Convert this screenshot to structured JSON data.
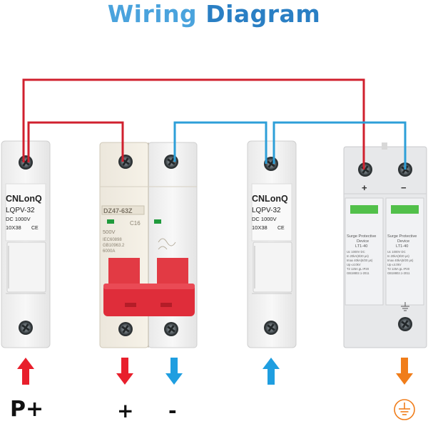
{
  "title": {
    "word1": "Wiring",
    "word2": "Diagram"
  },
  "fuse_left": {
    "brand": "CNLonQ",
    "model": "LQPV-32",
    "rating": "DC 1000V",
    "size": "10X38",
    "ce": "CE"
  },
  "breaker": {
    "model": "DZ47-63Z",
    "voltage": "500V",
    "current": "C16",
    "std1": "IEC60898",
    "std2": "GB10963.2",
    "capacity": "6000A"
  },
  "fuse_right": {
    "brand": "CNLonQ",
    "model": "LQPV-32",
    "rating": "DC 1000V",
    "size": "10X38",
    "ce": "CE"
  },
  "spd": {
    "plus": "+",
    "minus": "−",
    "name_line1": "Surge Protective",
    "name_line2": "Device",
    "model": "LT1-40",
    "spec1": "Uc  1000V DC",
    "spec2": "In  20kA(8/20 μs)",
    "spec3": "Imax 40kA(8/20 μs)",
    "spec4": "Up  ≤4.0kV",
    "spec5": "T2  125A gL IP20",
    "std": "GB18802.1-2011"
  },
  "labels": {
    "p_plus": "P+",
    "plus": "+",
    "minus": "-"
  },
  "colors": {
    "red_wire": "#d0202e",
    "blue_wire": "#2d9fd8",
    "red_arrow": "#e81f2c",
    "blue_arrow": "#1f9ee0",
    "orange_arrow": "#f07d1a"
  }
}
